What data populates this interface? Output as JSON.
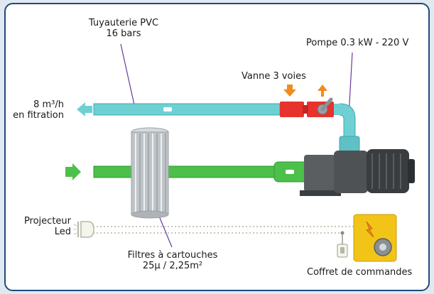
{
  "labels": {
    "pvc_line1": "Tuyauterie PVC",
    "pvc_line2": "16 bars",
    "pump": "Pompe 0.3 kW - 220 V",
    "valve": "Vanne 3 voies",
    "flow_line1": "8 m³/h",
    "flow_line2": "en fitration",
    "projector_line1": "Projecteur",
    "projector_line2": "Led",
    "filters_line1": "Filtres à cartouches",
    "filters_line2": "25µ / 2,25m²",
    "control_box": "Coffret de commandes"
  },
  "colors": {
    "frame_border": "#1f4a7a",
    "return_pipe": "#6fd0d4",
    "suction_pipe": "#4cc04a",
    "valve": "#e8322c",
    "arrow_orange": "#f08c1e",
    "pump_body": "#4e5254",
    "control_box": "#f2c417",
    "filter": "#bfc4c8"
  },
  "icons": [
    "arrow-left-icon",
    "arrow-right-icon",
    "arrow-down-icon",
    "arrow-up-icon",
    "lightning-icon",
    "led-projector-icon",
    "switch-icon"
  ]
}
